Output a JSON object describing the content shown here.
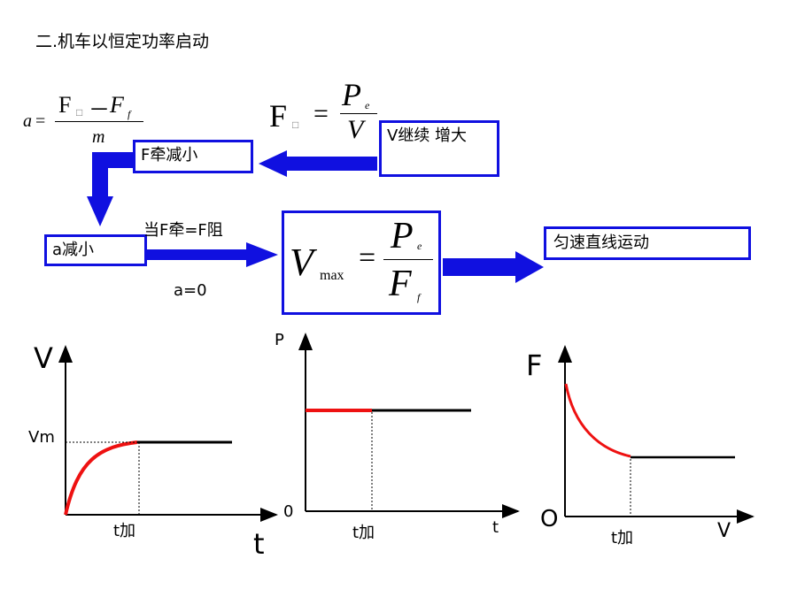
{
  "title": "二.机车以恒定功率启动",
  "formula_a": {
    "lhs": "a",
    "eq": "=",
    "num_F": "F",
    "num_sub": "□",
    "minus": "－",
    "Ff": "F",
    "Ff_sub": "f",
    "den": "m"
  },
  "formula_F": {
    "F": "F",
    "F_sub": "□",
    "eq": "=",
    "num": "P",
    "num_sub": "e",
    "den": "V"
  },
  "formula_V": {
    "V": "V",
    "V_sub": "max",
    "eq": "=",
    "num": "P",
    "num_sub": "e",
    "den": "F",
    "den_sub": "f"
  },
  "boxes": {
    "v_increase": "V继续  增大",
    "f_decrease": "F牵减小",
    "a_decrease": "a减小",
    "uniform": "匀速直线运动"
  },
  "labels": {
    "condition": "当F牵=F阻",
    "a_zero": "a=0"
  },
  "colors": {
    "box_border": "#1010e0",
    "arrow": "#1010e0",
    "curve": "#ee1111",
    "line": "#000000"
  },
  "graph_vt": {
    "y_axis": "V",
    "x_axis": "t",
    "vm": "Vm",
    "t_add": "t加"
  },
  "graph_pt": {
    "y_axis": "P",
    "x_axis": "t",
    "origin": "0",
    "t_add": "t加"
  },
  "graph_fv": {
    "y_axis": "F",
    "x_axis": "V",
    "origin": "O",
    "t_add": "t加"
  }
}
